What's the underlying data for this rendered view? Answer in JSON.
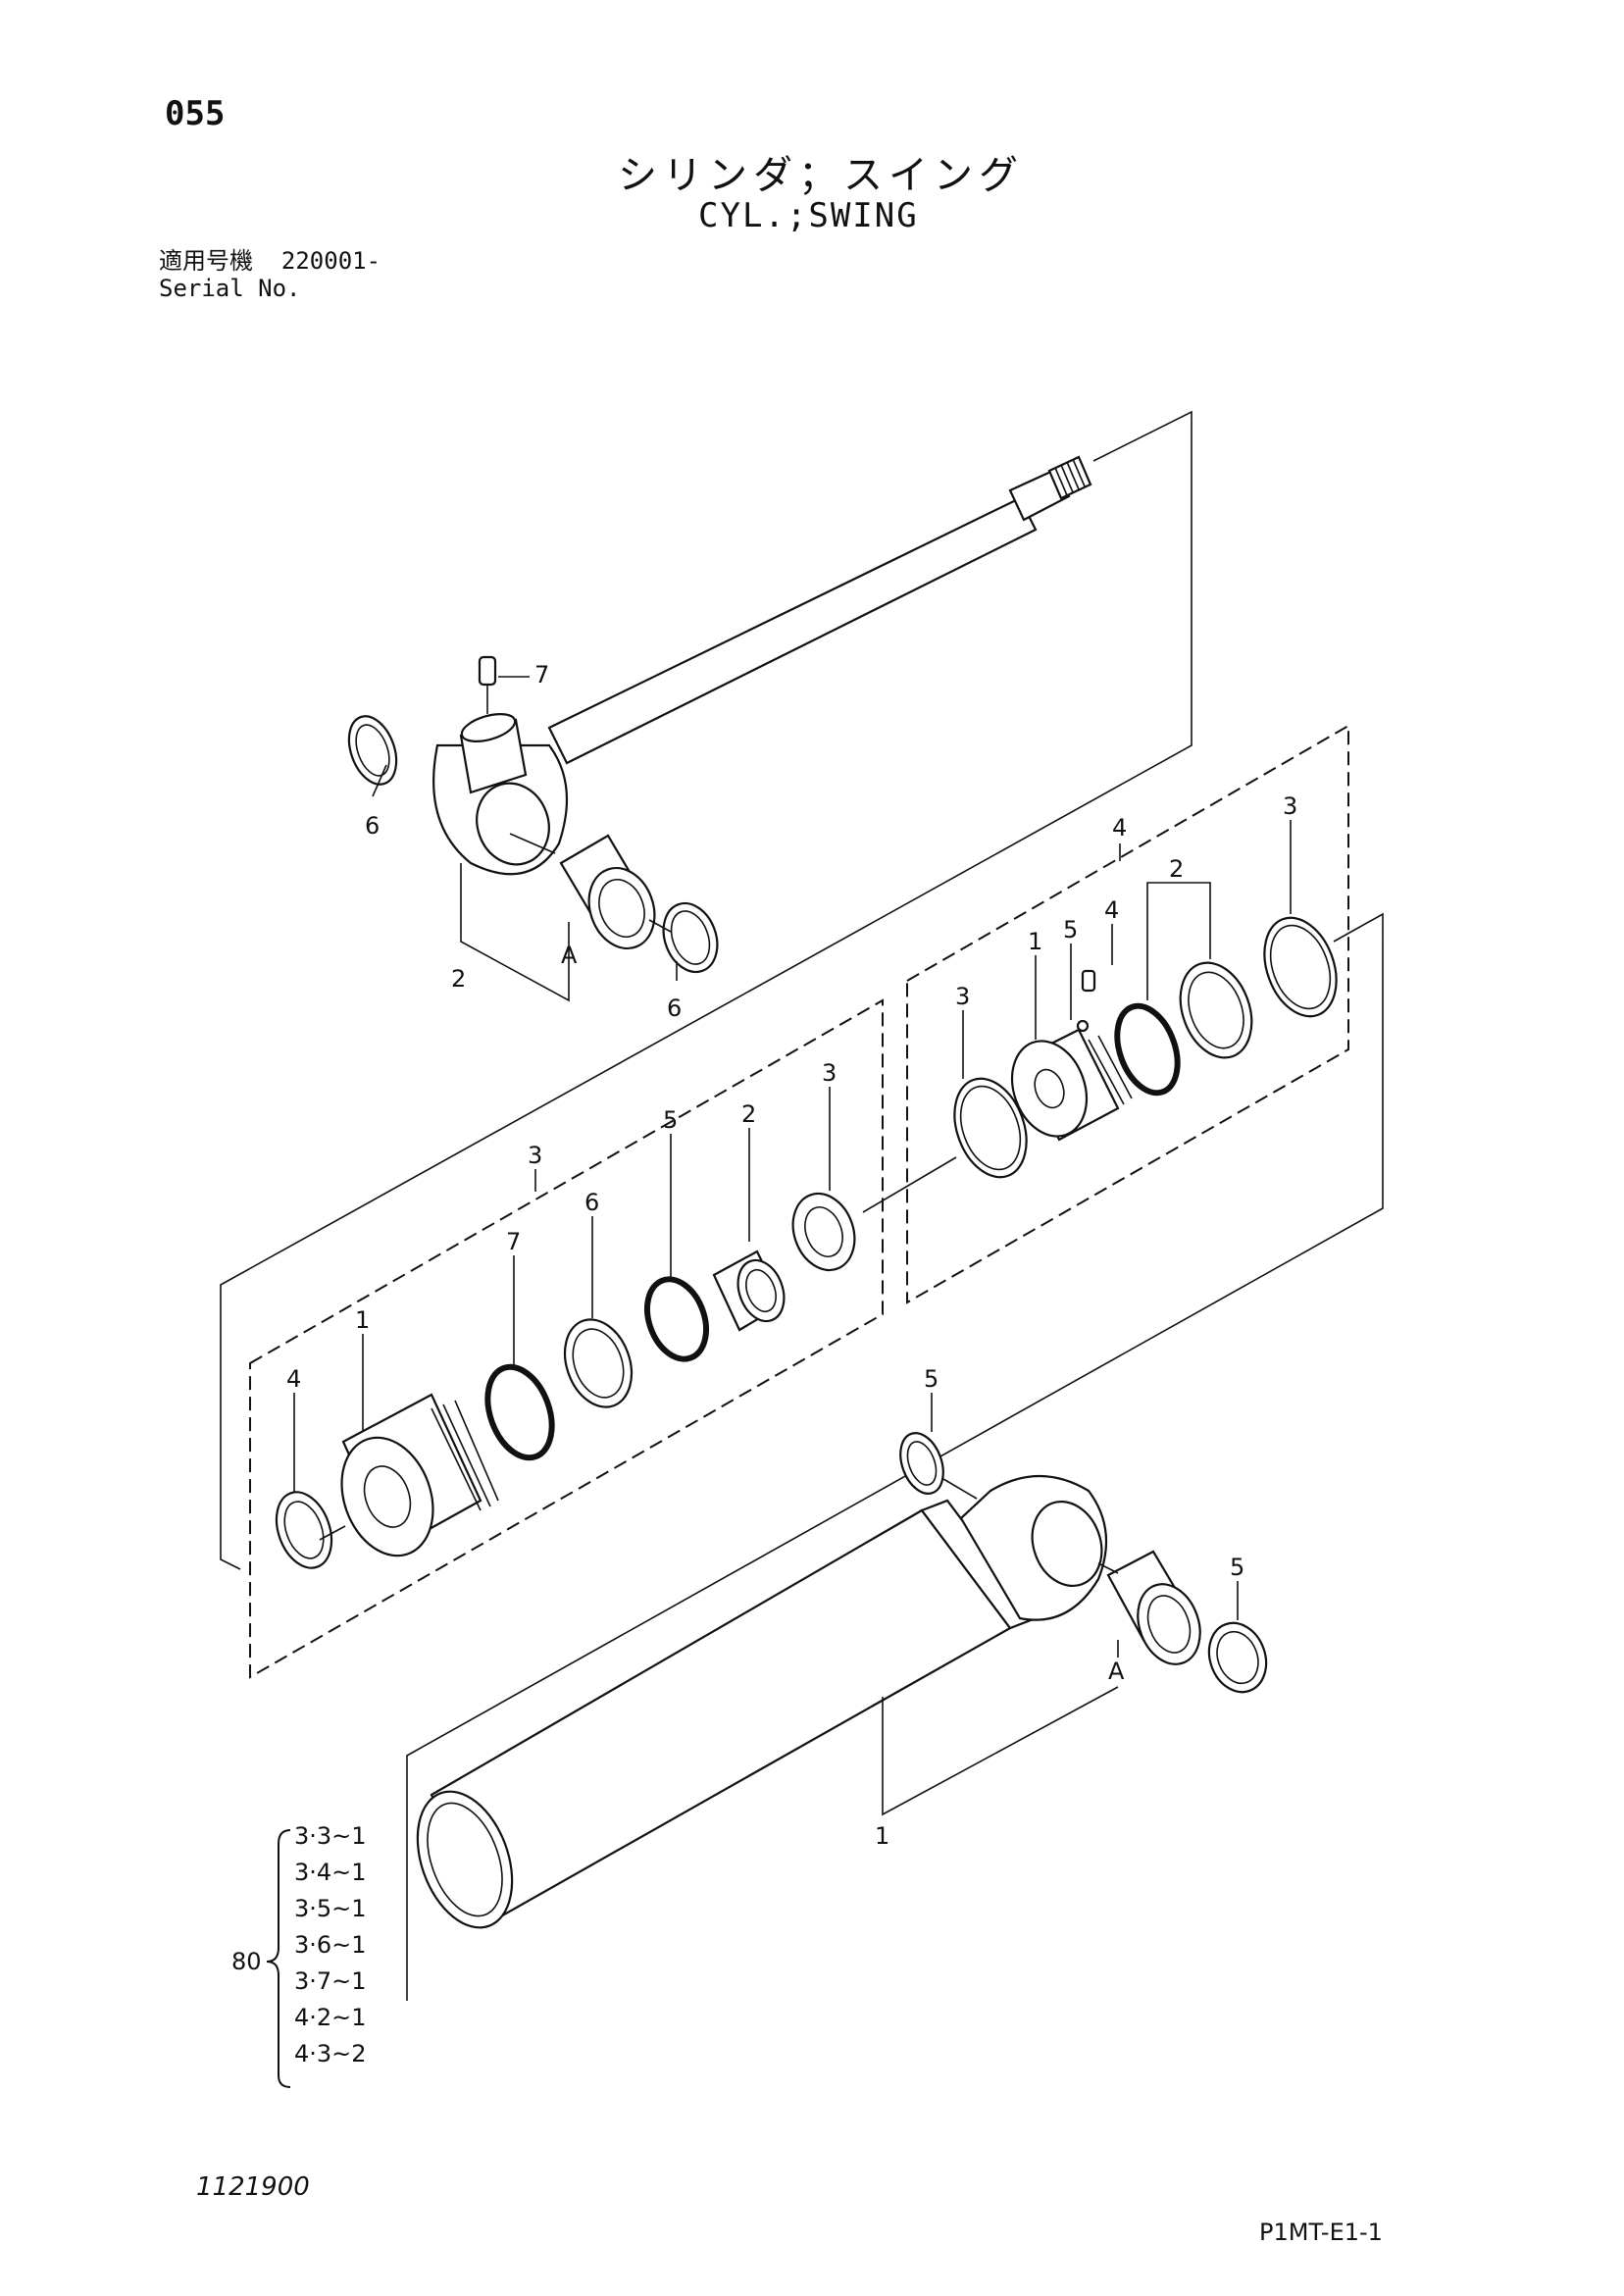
{
  "page_number": "055",
  "title_jp": "シリンダ；スイング",
  "title_en": "CYL.;SWING",
  "serial": {
    "label_jp": "適用号機",
    "value": "220001-",
    "label_en": "Serial No."
  },
  "callouts": {
    "rod_group": {
      "rod_bushing": "2",
      "assembly_ref": "A",
      "grease_fitting": "7",
      "seal_top": "6",
      "seal_bottom": "6"
    },
    "head_group": {
      "group": "3",
      "head": "1",
      "dust_seal": "4",
      "o_ring": "7",
      "backup_ring": "6",
      "rod_seal": "5",
      "bushing": "2",
      "buffer_ring": "3"
    },
    "piston_group": {
      "group": "4",
      "piston": "1",
      "wear_ring": "3",
      "steel_ball": "5",
      "set_screw": "4",
      "slide_ring": "2",
      "seal_ring": "2",
      "ring": "3"
    },
    "tube_group": {
      "tube": "1",
      "assembly_ref": "A",
      "seal_top": "5",
      "seal_right": "5"
    }
  },
  "kit": {
    "number": "80",
    "refs": [
      "3·3~1",
      "3·4~1",
      "3·5~1",
      "3·6~1",
      "3·7~1",
      "4·2~1",
      "4·3~2"
    ]
  },
  "doc_code": "1121900",
  "ref_code": "P1MT-E1-1"
}
